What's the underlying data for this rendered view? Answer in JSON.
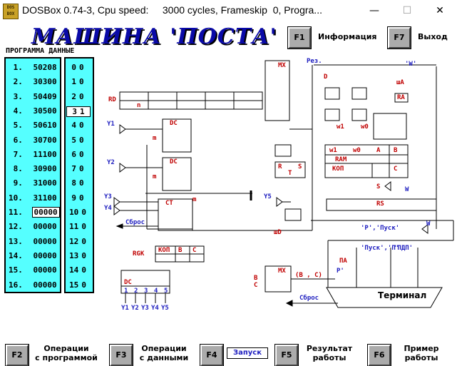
{
  "window": {
    "title": "DOSBox 0.74-3, Cpu speed:     3000 cycles, Frameskip  0, Progra...",
    "icon_text": "DOS BOX",
    "minimize": "—",
    "maximize": "☐",
    "close": "✕"
  },
  "app": {
    "logo": "МАШИНА 'ПОСТА'",
    "top_keys": [
      {
        "key": "F1",
        "label": "Информация"
      },
      {
        "key": "F7",
        "label": "Выход"
      }
    ]
  },
  "program": {
    "header": "ПРОГРАММА ДАННЫЕ",
    "rows": [
      {
        "n": " 1.",
        "v": "50208"
      },
      {
        "n": " 2.",
        "v": "30300"
      },
      {
        "n": " 3.",
        "v": "50409"
      },
      {
        "n": " 4.",
        "v": "30500"
      },
      {
        "n": " 5.",
        "v": "50610"
      },
      {
        "n": " 6.",
        "v": "30700"
      },
      {
        "n": " 7.",
        "v": "11100"
      },
      {
        "n": " 8.",
        "v": "30900"
      },
      {
        "n": " 9.",
        "v": "31000"
      },
      {
        "n": "10.",
        "v": "31100"
      },
      {
        "n": "11.",
        "v": "00000"
      },
      {
        "n": "12.",
        "v": "00000"
      },
      {
        "n": "13.",
        "v": "00000"
      },
      {
        "n": "14.",
        "v": "00000"
      },
      {
        "n": "15.",
        "v": "00000"
      },
      {
        "n": "16.",
        "v": "00000"
      }
    ],
    "selected_index": 10
  },
  "data": {
    "rows": [
      {
        "a": "0",
        "b": "0"
      },
      {
        "a": "1",
        "b": "0"
      },
      {
        "a": "2",
        "b": "0"
      },
      {
        "a": "3",
        "b": "1"
      },
      {
        "a": "4",
        "b": "0"
      },
      {
        "a": "5",
        "b": "0"
      },
      {
        "a": "6",
        "b": "0"
      },
      {
        "a": "7",
        "b": "0"
      },
      {
        "a": "8",
        "b": "0"
      },
      {
        "a": "9",
        "b": "0"
      },
      {
        "a": "10",
        "b": "0"
      },
      {
        "a": "11",
        "b": "0"
      },
      {
        "a": "12",
        "b": "0"
      },
      {
        "a": "13",
        "b": "0"
      },
      {
        "a": "14",
        "b": "0"
      },
      {
        "a": "15",
        "b": "0"
      }
    ],
    "selected_index": 3
  },
  "diagram": {
    "labels": {
      "rd": "RD",
      "y1": "Y1",
      "y2": "Y2",
      "y3": "Y3",
      "y4": "Y4",
      "y5": "Y5",
      "rgk": "RGK",
      "kop": "КОП",
      "b": "B",
      "c": "C",
      "dc": "DC",
      "ct": "CT",
      "mx": "MX",
      "rez": "Рез.",
      "w_top": "'W'",
      "d": "D",
      "wa": "шA",
      "ra": "RA",
      "ram": "RAM",
      "w1": "w1",
      "w0": "w0",
      "a": "A",
      "s": "S",
      "r": "R",
      "t": "T",
      "rs": "RS",
      "wd": "шD",
      "sbros": "Сброс",
      "sbros2": "Сброс",
      "p_pusk": "'P','Пуск'",
      "pusk_p": "'Пуск','П'",
      "pdp": "'ПДП'",
      "pa": "ПА",
      "p2": "P'",
      "w_sym": "W",
      "wbar": "W",
      "bc": "(B , C)",
      "n": "n",
      "m": "m",
      "terminal": "Терминал",
      "y_outs": [
        "Y1",
        "Y2",
        "Y3",
        "Y4",
        "Y5"
      ],
      "dc_nums": [
        "1",
        "2",
        "3",
        "4",
        "5"
      ]
    }
  },
  "bottom": {
    "keys": [
      {
        "key": "F2",
        "label1": "Операции",
        "label2": "с программой"
      },
      {
        "key": "F3",
        "label1": "Операции",
        "label2": "с данными"
      },
      {
        "key": "F4",
        "label1": "",
        "label2": ""
      },
      {
        "key": "F5",
        "label1": "Результат",
        "label2": "работы"
      },
      {
        "key": "F6",
        "label1": "Пример",
        "label2": "работы"
      }
    ],
    "start_label": "Запуск"
  },
  "colors": {
    "panel": "#55ffff",
    "logo": "#0a0aa8",
    "red": "#c00000",
    "blue": "#2020c0"
  }
}
